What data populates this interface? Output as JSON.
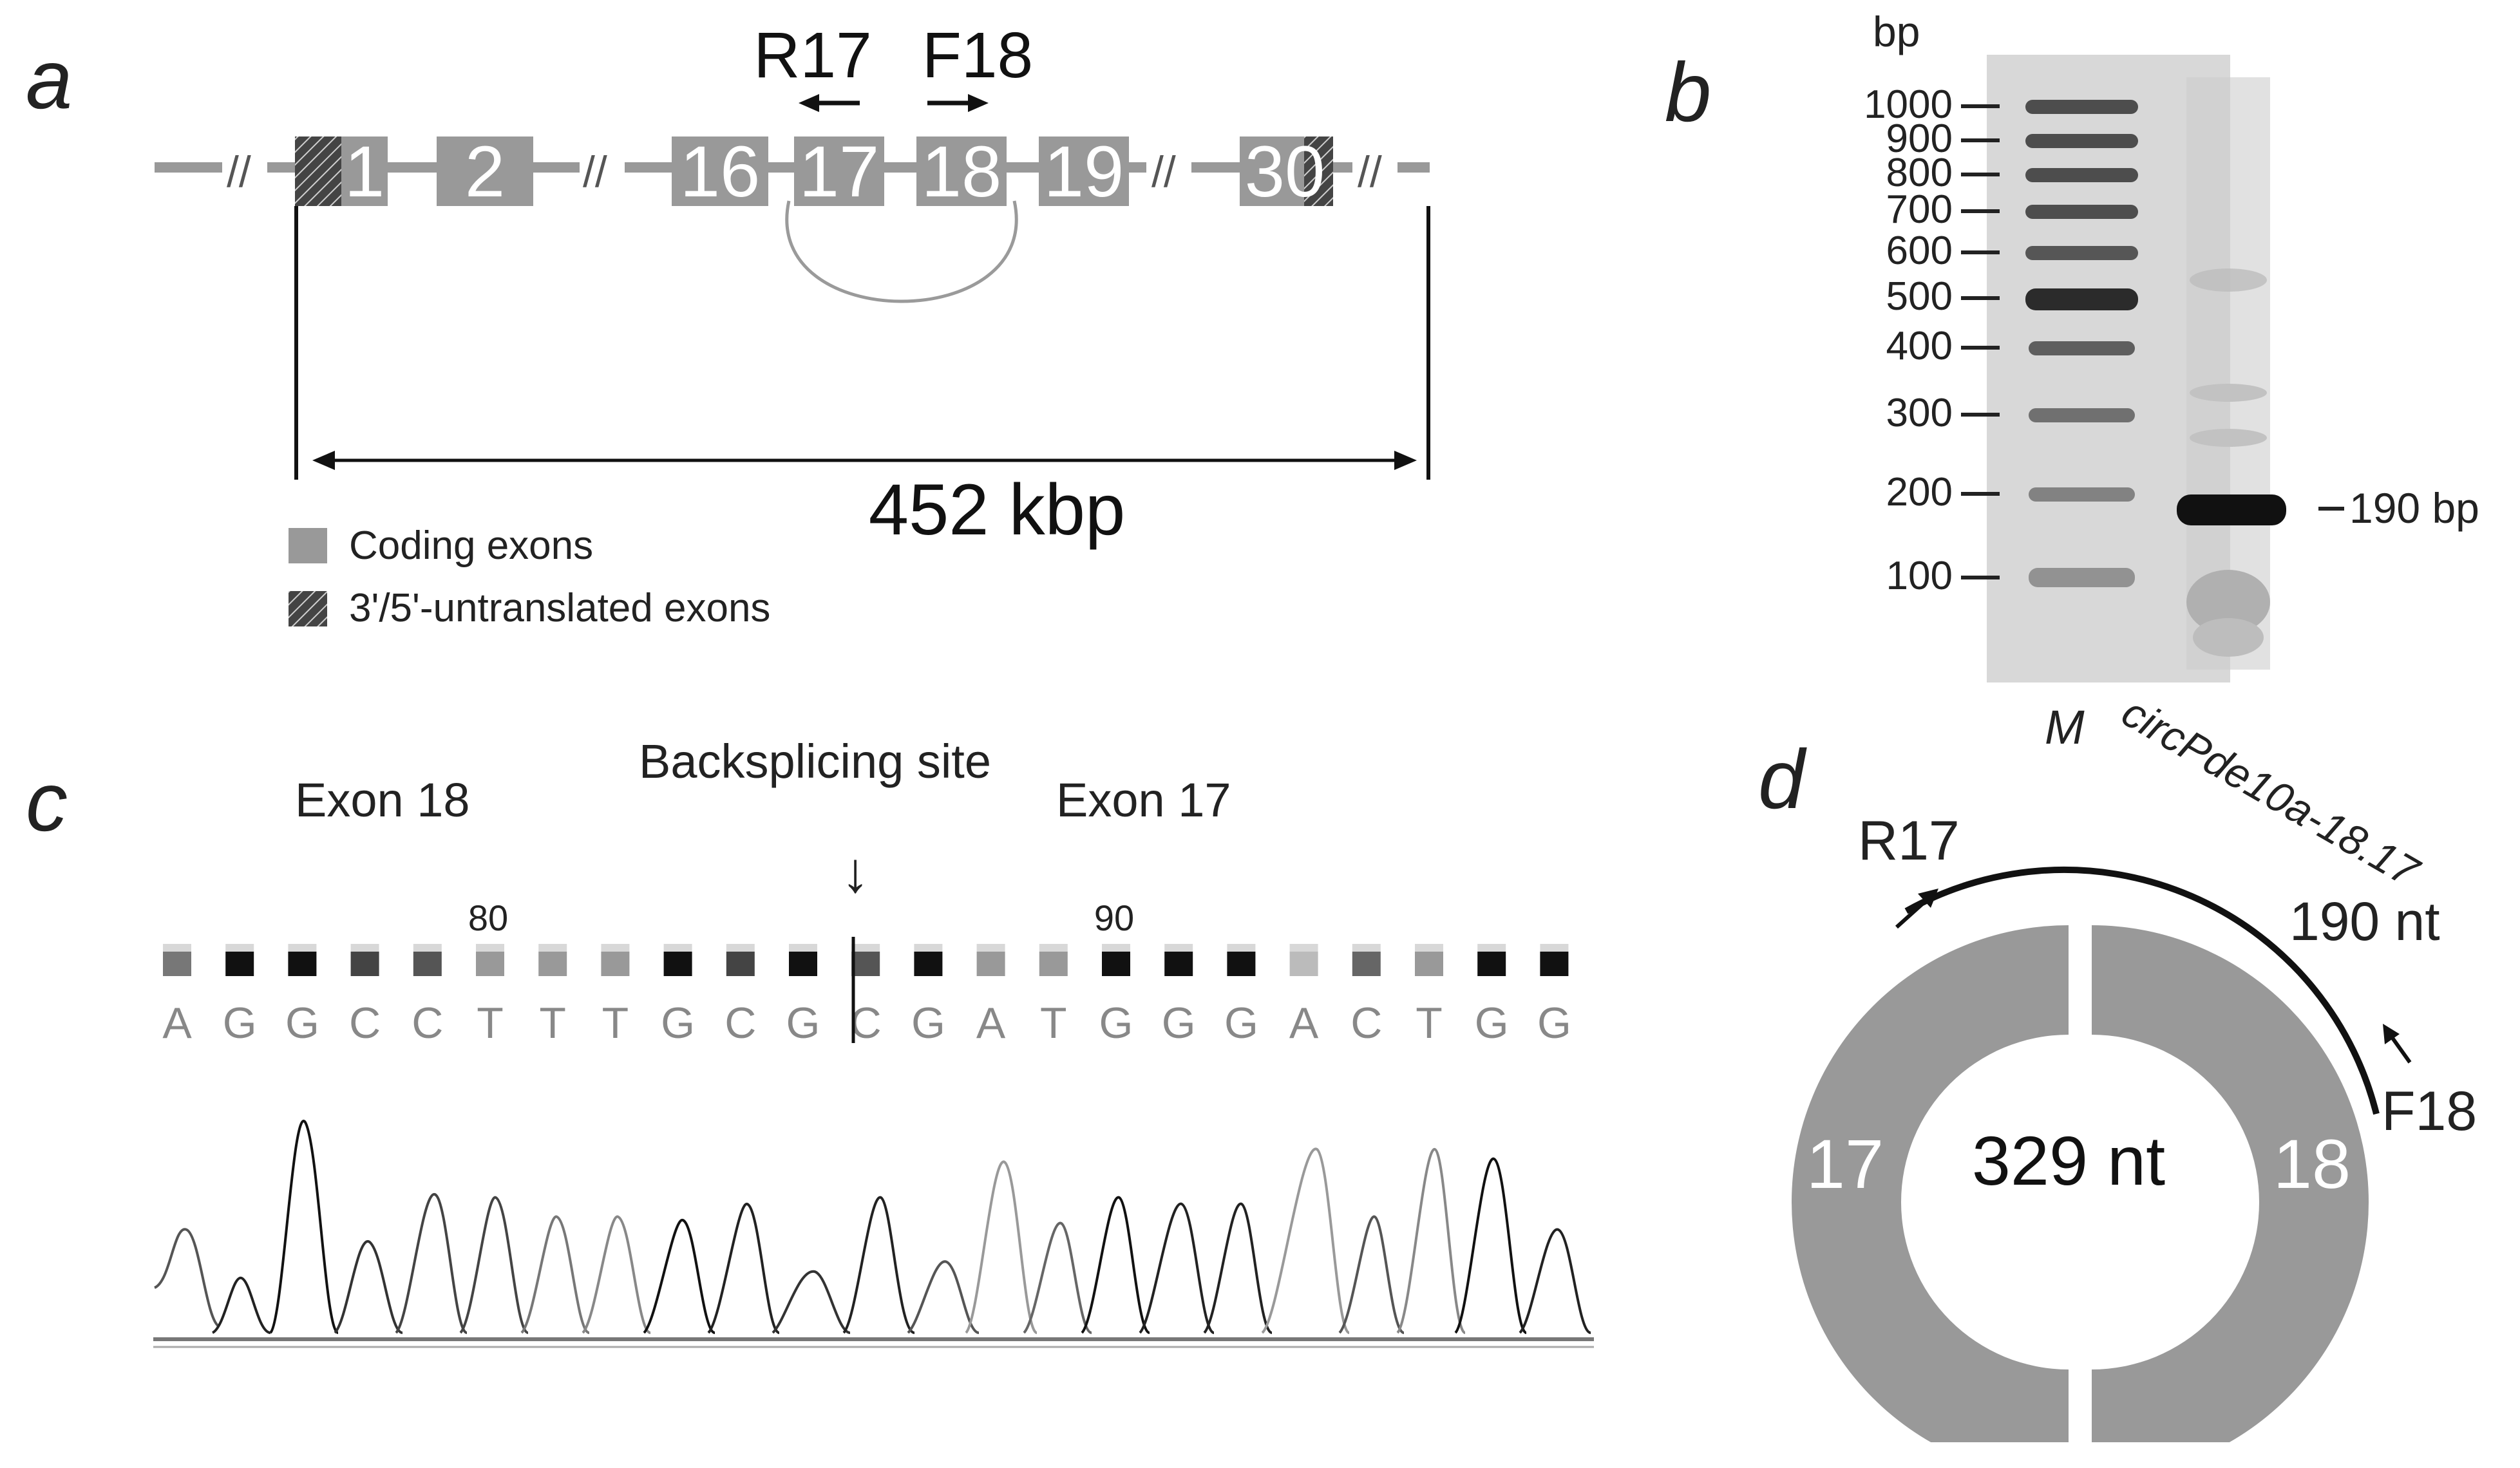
{
  "panels": {
    "a": {
      "letter": "a",
      "exons": [
        {
          "label": "1",
          "type": "coding"
        },
        {
          "label": "2",
          "type": "coding"
        },
        {
          "label": "16",
          "type": "coding"
        },
        {
          "label": "17",
          "type": "coding"
        },
        {
          "label": "18",
          "type": "coding"
        },
        {
          "label": "19",
          "type": "coding"
        },
        {
          "label": "30",
          "type": "coding"
        }
      ],
      "break_mark": "//",
      "primers": {
        "reverse": "R17",
        "forward": "F18"
      },
      "span_label": "452 kbp",
      "legend": {
        "coding": "Coding exons",
        "utr": "3'/5'-untranslated exons"
      },
      "colors": {
        "exon": "#999999",
        "utr": "#333333",
        "line": "#999999"
      }
    },
    "b": {
      "letter": "b",
      "unit": "bp",
      "ladder_labels": [
        "1000",
        "900",
        "800",
        "700",
        "600",
        "500",
        "400",
        "300",
        "200",
        "100"
      ],
      "product_label": "190 bp",
      "lanes": [
        "M",
        "circPde10a-18.17"
      ]
    },
    "c": {
      "letter": "c",
      "left_label": "Exon 18",
      "right_label": "Exon 17",
      "junction_label": "Backsplicing site",
      "arrow_glyph": "↓",
      "position_labels": [
        "80",
        "90"
      ],
      "sequence": [
        "A",
        "G",
        "G",
        "C",
        "C",
        "T",
        "T",
        "T",
        "G",
        "C",
        "G",
        "C",
        "G",
        "A",
        "T",
        "G",
        "G",
        "G",
        "A",
        "C",
        "T",
        "G",
        "G"
      ]
    },
    "d": {
      "letter": "d",
      "center_label": "329 nt",
      "exon_left": "17",
      "exon_right": "18",
      "product_label": "190 nt",
      "primers": {
        "reverse": "R17",
        "forward": "F18"
      },
      "colors": {
        "ring": "#999999"
      }
    }
  }
}
